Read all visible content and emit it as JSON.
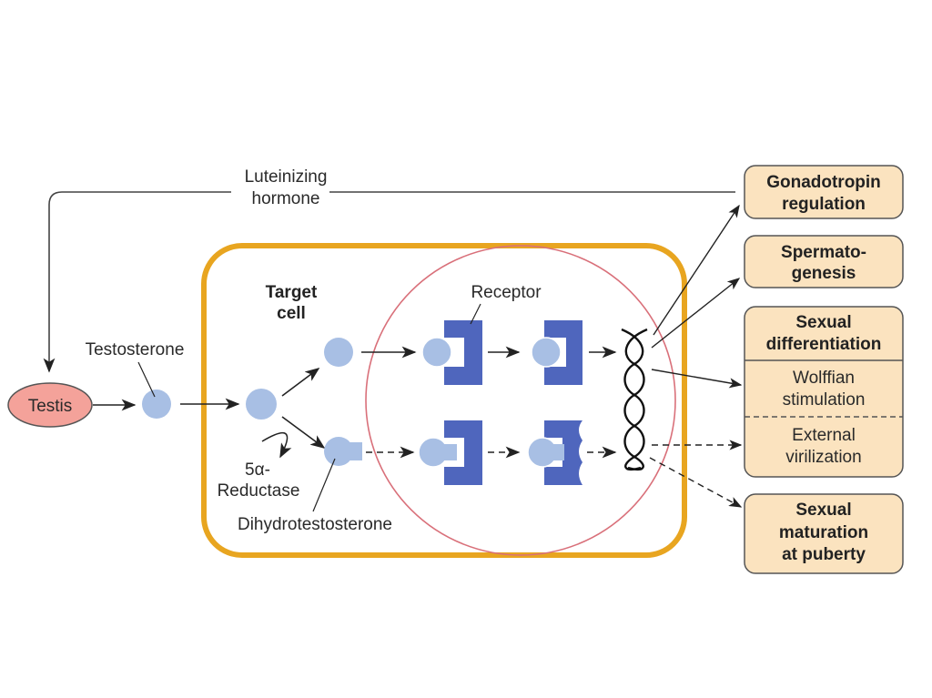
{
  "diagram": {
    "title": "Androgen action on target cell",
    "hormone_label": [
      "Luteinizing",
      "hormone"
    ],
    "source": {
      "label": "Testis",
      "color": "#f4a29a"
    },
    "testosterone_label": "Testosterone",
    "target_cell_label": [
      "Target",
      "cell"
    ],
    "enzyme_label": [
      "5α-",
      "Reductase"
    ],
    "dht_label": "Dihydrotestosterone",
    "receptor_label": "Receptor",
    "colors": {
      "cell_border": "#e8a520",
      "nucleus_border": "#d9707a",
      "hormone": "#a8bfe4",
      "receptor": "#4f66bd",
      "outcome_fill": "#fbe3bf"
    },
    "outcomes": [
      {
        "id": "gonadotropin",
        "lines": [
          "Gonadotropin",
          "regulation"
        ],
        "bold": true
      },
      {
        "id": "spermatogenesis",
        "lines": [
          "Spermato-",
          "genesis"
        ],
        "bold": true
      },
      {
        "id": "sexual-differentiation",
        "lines": [
          "Sexual",
          "differentiation"
        ],
        "bold": true,
        "sub": [
          {
            "lines": [
              "Wolffian",
              "stimulation"
            ]
          },
          {
            "lines": [
              "External",
              "virilization"
            ]
          }
        ]
      },
      {
        "id": "sexual-maturation",
        "lines": [
          "Sexual",
          "maturation",
          "at puberty"
        ],
        "bold": true
      }
    ]
  }
}
